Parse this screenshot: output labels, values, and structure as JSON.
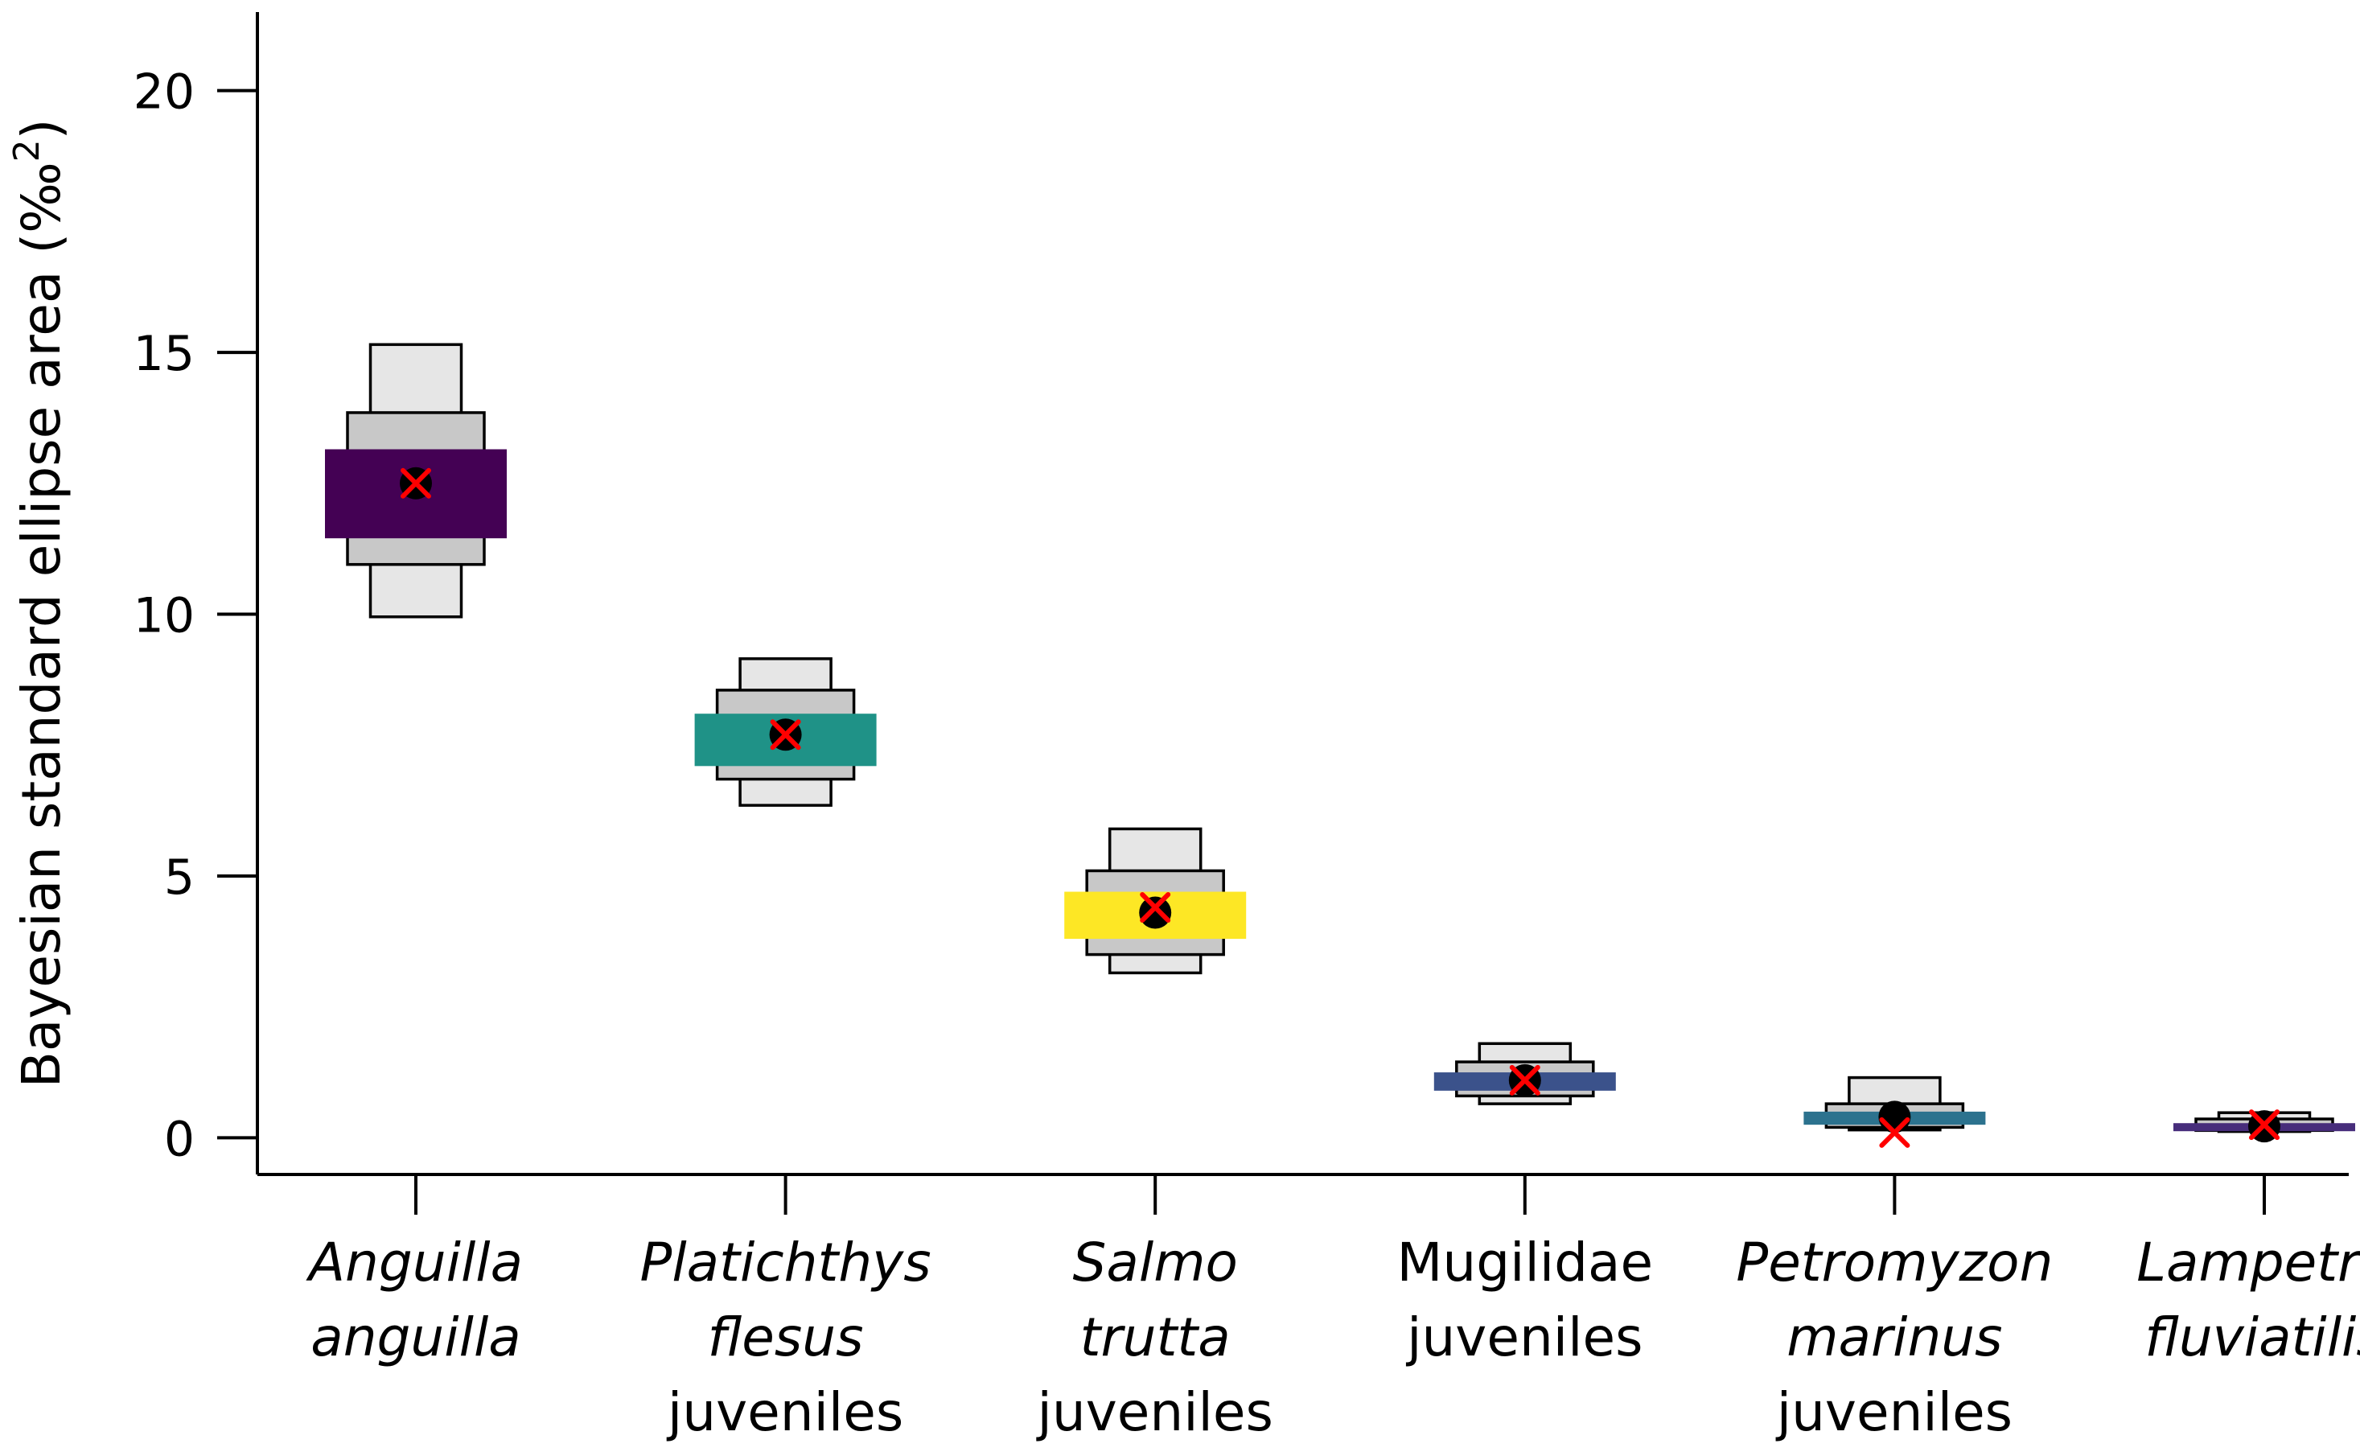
{
  "chart_data": {
    "type": "box",
    "ylabel": "Bayesian standard ellipse area (‰",
    "ylabel_sup": "2",
    "ylabel_close": ")",
    "ylim": [
      -0.7,
      21.5
    ],
    "yticks": [
      0,
      5,
      10,
      15,
      20
    ],
    "grid": false,
    "legend": "none",
    "colors": {
      "outer_box": "#e6e6e6",
      "middle_box": "#c8c8c8",
      "mode_marker": "#000000",
      "ml_marker": "#ff0000"
    },
    "categories": [
      {
        "lines": [
          "Anguilla",
          "anguilla"
        ],
        "italic": [
          true,
          true
        ],
        "ci95": [
          9.95,
          15.15
        ],
        "ci75": [
          10.95,
          13.85
        ],
        "ci50": [
          11.45,
          13.15
        ],
        "mode": 12.5,
        "ml": 12.5,
        "color": "#440154"
      },
      {
        "lines": [
          "Platichthys",
          "flesus",
          "juveniles"
        ],
        "italic": [
          true,
          true,
          false
        ],
        "ci95": [
          6.35,
          9.15
        ],
        "ci75": [
          6.85,
          8.55
        ],
        "ci50": [
          7.1,
          8.1
        ],
        "mode": 7.7,
        "ml": 7.7,
        "color": "#1f9287"
      },
      {
        "lines": [
          "Salmo",
          "trutta",
          "juveniles"
        ],
        "italic": [
          true,
          true,
          false
        ],
        "ci95": [
          3.15,
          5.9
        ],
        "ci75": [
          3.5,
          5.1
        ],
        "ci50": [
          3.8,
          4.7
        ],
        "mode": 4.3,
        "ml": 4.4,
        "color": "#fde725"
      },
      {
        "lines": [
          "Mugilidae",
          "juveniles"
        ],
        "italic": [
          false,
          false
        ],
        "ci95": [
          0.65,
          1.8
        ],
        "ci75": [
          0.8,
          1.45
        ],
        "ci50": [
          0.9,
          1.25
        ],
        "mode": 1.1,
        "ml": 1.1,
        "color": "#3b528b"
      },
      {
        "lines": [
          "Petromyzon",
          "marinus",
          "juveniles"
        ],
        "italic": [
          true,
          true,
          false
        ],
        "ci95": [
          0.15,
          1.15
        ],
        "ci75": [
          0.2,
          0.65
        ],
        "ci50": [
          0.25,
          0.5
        ],
        "mode": 0.4,
        "ml": 0.1,
        "color": "#2c728e"
      },
      {
        "lines": [
          "Lampetra",
          "fluviatilis"
        ],
        "italic": [
          true,
          true
        ],
        "ci95": [
          0.12,
          0.48
        ],
        "ci75": [
          0.14,
          0.36
        ],
        "ci50": [
          0.17,
          0.28
        ],
        "mode": 0.22,
        "ml": 0.25,
        "color": "#472d7b"
      }
    ]
  }
}
